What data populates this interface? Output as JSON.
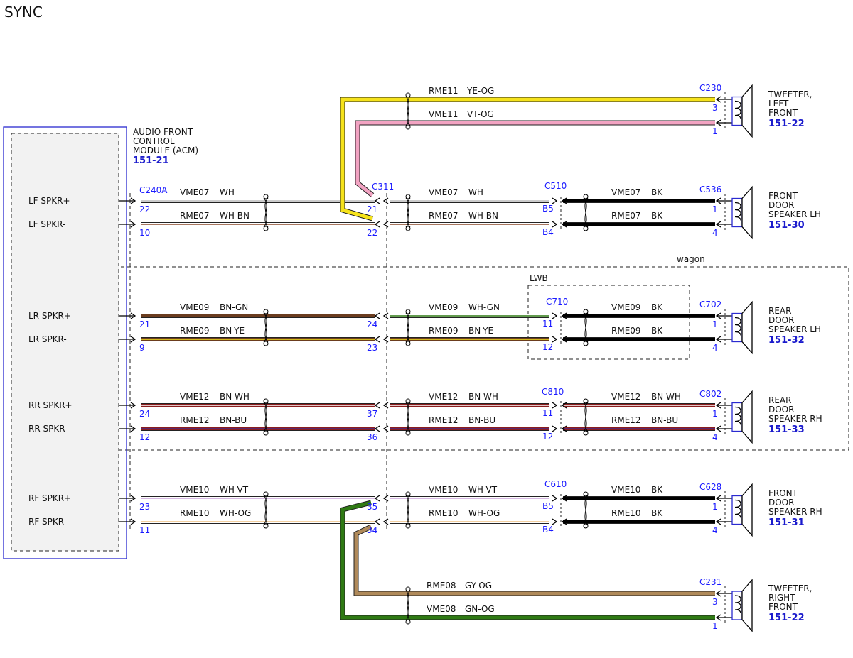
{
  "title": "SYNC",
  "module": {
    "name_lines": [
      "AUDIO FRONT",
      "CONTROL",
      "MODULE (ACM)"
    ],
    "ref": "151-21",
    "connector": "C240A"
  },
  "pins_left": [
    {
      "label": "LF SPKR+",
      "pin": "22"
    },
    {
      "label": "LF SPKR-",
      "pin": "10"
    },
    {
      "label": "LR SPKR+",
      "pin": "21"
    },
    {
      "label": "LR SPKR-",
      "pin": "9"
    },
    {
      "label": "RR SPKR+",
      "pin": "24"
    },
    {
      "label": "RR SPKR-",
      "pin": "12"
    },
    {
      "label": "RF SPKR+",
      "pin": "23"
    },
    {
      "label": "RF SPKR-",
      "pin": "11"
    }
  ],
  "inline_connector": "C311",
  "inline_pins": [
    "21",
    "22",
    "24",
    "23",
    "37",
    "36",
    "35",
    "34"
  ],
  "wires": {
    "lf_plus_a": {
      "circuit": "VME07",
      "color": "WH"
    },
    "lf_minus_a": {
      "circuit": "RME07",
      "color": "WH-BN"
    },
    "lf_plus_b": {
      "circuit": "VME07",
      "color": "WH"
    },
    "lf_minus_b": {
      "circuit": "RME07",
      "color": "WH-BN"
    },
    "lf_plus_c": {
      "circuit": "VME07",
      "color": "BK"
    },
    "lf_minus_c": {
      "circuit": "RME07",
      "color": "BK"
    },
    "lr_plus_a": {
      "circuit": "VME09",
      "color": "BN-GN"
    },
    "lr_minus_a": {
      "circuit": "RME09",
      "color": "BN-YE"
    },
    "lr_plus_b": {
      "circuit": "VME09",
      "color": "WH-GN"
    },
    "lr_minus_b": {
      "circuit": "RME09",
      "color": "BN-YE"
    },
    "lr_plus_c": {
      "circuit": "VME09",
      "color": "BK"
    },
    "lr_minus_c": {
      "circuit": "RME09",
      "color": "BK"
    },
    "rr_plus_a": {
      "circuit": "VME12",
      "color": "BN-WH"
    },
    "rr_minus_a": {
      "circuit": "RME12",
      "color": "BN-BU"
    },
    "rr_plus_b": {
      "circuit": "VME12",
      "color": "BN-WH"
    },
    "rr_minus_b": {
      "circuit": "RME12",
      "color": "BN-BU"
    },
    "rr_plus_c": {
      "circuit": "VME12",
      "color": "BN-WH"
    },
    "rr_minus_c": {
      "circuit": "RME12",
      "color": "BN-BU"
    },
    "rf_plus_a": {
      "circuit": "VME10",
      "color": "WH-VT"
    },
    "rf_minus_a": {
      "circuit": "RME10",
      "color": "WH-OG"
    },
    "rf_plus_b": {
      "circuit": "VME10",
      "color": "WH-VT"
    },
    "rf_minus_b": {
      "circuit": "RME10",
      "color": "WH-OG"
    },
    "rf_plus_c": {
      "circuit": "VME10",
      "color": "BK"
    },
    "rf_minus_c": {
      "circuit": "RME10",
      "color": "BK"
    },
    "tw_left_1": {
      "circuit": "RME11",
      "color": "YE-OG"
    },
    "tw_left_2": {
      "circuit": "VME11",
      "color": "VT-OG"
    },
    "tw_right_1": {
      "circuit": "RME08",
      "color": "GY-OG"
    },
    "tw_right_2": {
      "circuit": "VME08",
      "color": "GN-OG"
    }
  },
  "connectors": {
    "c510": {
      "name": "C510",
      "pin_a": "B5",
      "pin_b": "B4"
    },
    "c710": {
      "name": "C710",
      "pin_a": "11",
      "pin_b": "12"
    },
    "c810": {
      "name": "C810",
      "pin_a": "11",
      "pin_b": "12"
    },
    "c610": {
      "name": "C610",
      "pin_a": "B5",
      "pin_b": "B4"
    }
  },
  "speakers": [
    {
      "key": "tw_left",
      "connector": "C230",
      "pin_a": "3",
      "pin_b": "1",
      "name_lines": [
        "TWEETER,",
        "LEFT",
        "FRONT"
      ],
      "ref": "151-22"
    },
    {
      "key": "fd_lh",
      "connector": "C536",
      "pin_a": "1",
      "pin_b": "4",
      "name_lines": [
        "FRONT",
        "DOOR",
        "SPEAKER LH"
      ],
      "ref": "151-30"
    },
    {
      "key": "rd_lh",
      "connector": "C702",
      "pin_a": "1",
      "pin_b": "4",
      "name_lines": [
        "REAR",
        "DOOR",
        "SPEAKER LH"
      ],
      "ref": "151-32"
    },
    {
      "key": "rd_rh",
      "connector": "C802",
      "pin_a": "1",
      "pin_b": "4",
      "name_lines": [
        "REAR",
        "DOOR",
        "SPEAKER RH"
      ],
      "ref": "151-33"
    },
    {
      "key": "fd_rh",
      "connector": "C628",
      "pin_a": "1",
      "pin_b": "4",
      "name_lines": [
        "FRONT",
        "DOOR",
        "SPEAKER RH"
      ],
      "ref": "151-31"
    },
    {
      "key": "tw_right",
      "connector": "C231",
      "pin_a": "3",
      "pin_b": "1",
      "name_lines": [
        "TWEETER,",
        "RIGHT",
        "FRONT"
      ],
      "ref": "151-22"
    }
  ],
  "zones": {
    "wagon": "wagon",
    "lwb": "LWB"
  },
  "colors": {
    "outline_blue": "#2a2ad0",
    "pin_blue": "#1a1aff",
    "wire_white": "#ffffff",
    "wire_black": "#000000",
    "wire_brown": "#6b3d1f",
    "wire_yellow": "#f5e21b",
    "wire_pink": "#f2a3c2",
    "wire_green": "#2f7a14",
    "wire_gray_og": "#b08a5a",
    "wire_orange": "#e88a1a",
    "wire_red_bn": "#8b1e1e",
    "wire_blue_bn": "#4a2a8a",
    "panel_fill": "#f2f2f2"
  }
}
